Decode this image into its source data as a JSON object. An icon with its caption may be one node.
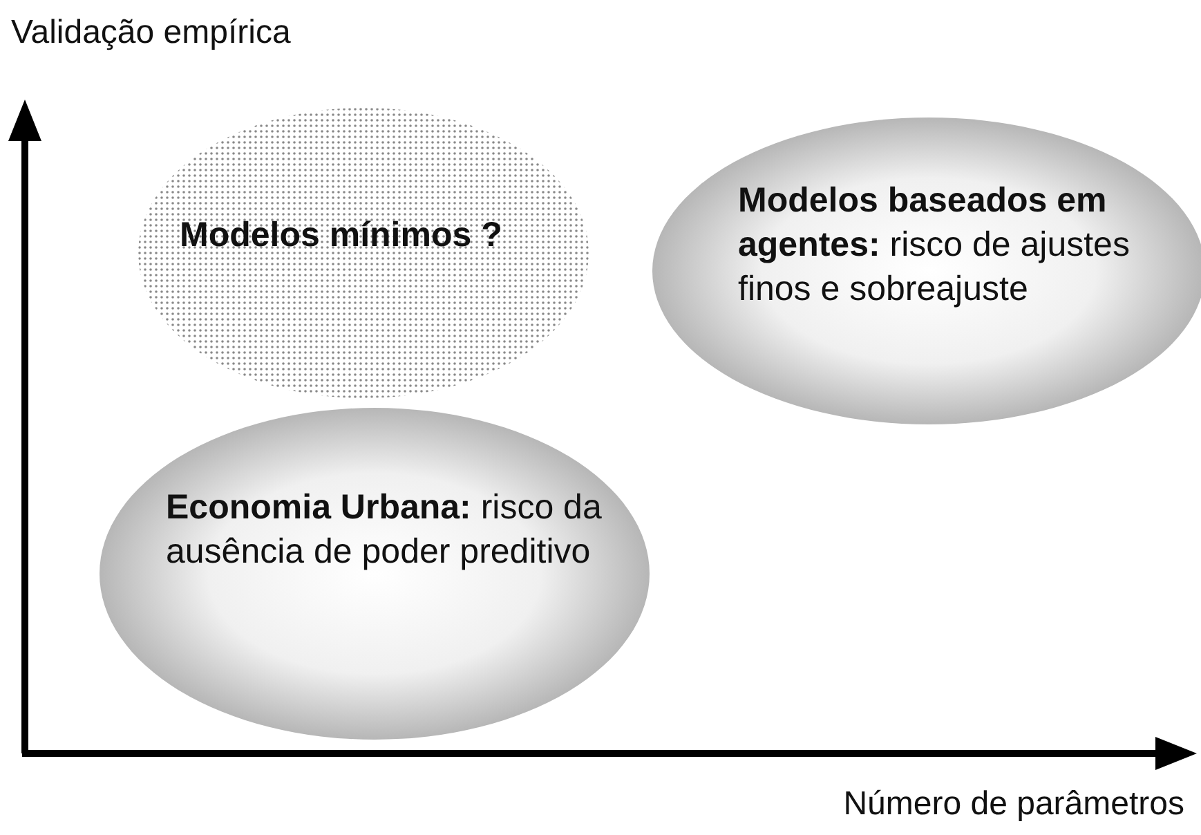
{
  "diagram": {
    "nodes": [
      {
        "text": [
          "Modelos mínimos ?"
        ]
      },
      {
        "text": [
          "**Modelos baseados em agentes:** risco de ajustes finos e sobreajuste"
        ]
      },
      {
        "text": [
          "**Economia Urbana:** risco da ausência de poder preditivo"
        ]
      }
    ],
    "labels": [
      "Validação empírica",
      "Número de parâmetros"
    ]
  }
}
